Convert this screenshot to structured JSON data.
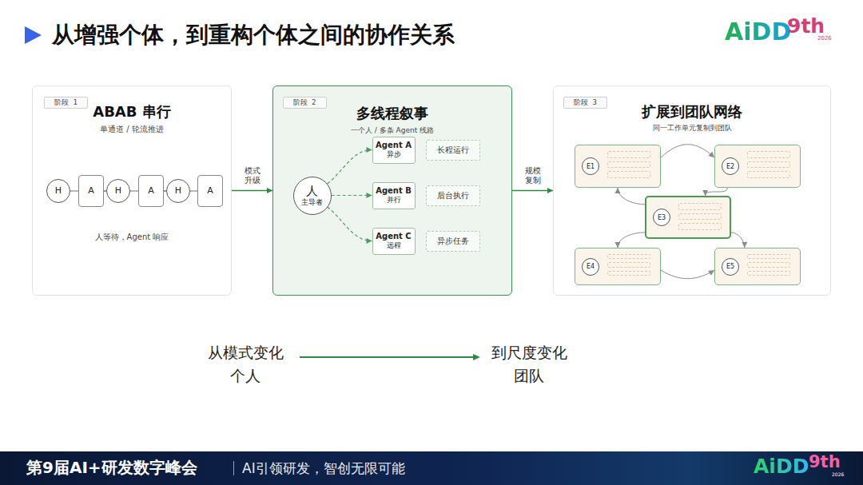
{
  "diagram": {
    "title": "从增强个体，到重构个体之间的协作关系",
    "nodes": [
      {
        "text": [
          "ABAB 串行",
          "单通道 / 轮流推进",
          "人等待，Agent 响应"
        ]
      },
      {
        "text": [
          "阶段 1"
        ],
        "in": 0
      },
      {
        "text": [
          "H"
        ],
        "in": 0
      },
      {
        "text": [
          "A"
        ],
        "in": 0
      },
      {
        "text": [
          "H"
        ],
        "in": 0
      },
      {
        "text": [
          "A"
        ],
        "in": 0
      },
      {
        "text": [
          "H"
        ],
        "in": 0
      },
      {
        "text": [
          "A"
        ],
        "in": 0
      },
      {
        "text": [
          "多线程叙事",
          "一个人 / 多条 Agent 线路"
        ]
      },
      {
        "text": [
          "阶段 2"
        ],
        "in": 8
      },
      {
        "text": [
          "人",
          "主导者"
        ],
        "in": 8
      },
      {
        "text": [
          "Agent A",
          "异步"
        ],
        "in": 8
      },
      {
        "text": [
          "长程运行"
        ],
        "in": 8
      },
      {
        "text": [
          "Agent B",
          "并行"
        ],
        "in": 8
      },
      {
        "text": [
          "后台执行"
        ],
        "in": 8
      },
      {
        "text": [
          "Agent C",
          "远程"
        ],
        "in": 8
      },
      {
        "text": [
          "异步任务"
        ],
        "in": 8
      },
      {
        "text": [
          "扩展到团队网络",
          "同一工作单元复制到团队"
        ]
      },
      {
        "text": [
          "阶段 3"
        ],
        "in": 17
      },
      {
        "text": [
          "E1"
        ],
        "in": 17
      },
      {
        "text": [
          "E2"
        ],
        "in": 17
      },
      {
        "text": [
          "E3"
        ],
        "in": 17
      },
      {
        "text": [
          "E4"
        ],
        "in": 17
      },
      {
        "text": [
          "E5"
        ],
        "in": 17
      }
    ],
    "edges": [
      {
        "from": 2,
        "to": 3,
        "arrow": "none"
      },
      {
        "from": 3,
        "to": 4,
        "arrow": "none"
      },
      {
        "from": 4,
        "to": 5,
        "arrow": "none"
      },
      {
        "from": 5,
        "to": 6,
        "arrow": "none"
      },
      {
        "from": 6,
        "to": 7,
        "arrow": "none"
      },
      {
        "from": 0,
        "to": 8,
        "label": "模式 升级",
        "arrow": "to"
      },
      {
        "from": 8,
        "to": 17,
        "label": "规模 复制",
        "arrow": "to"
      },
      {
        "from": 10,
        "to": 11,
        "arrow": "to"
      },
      {
        "from": 10,
        "to": 13,
        "arrow": "to"
      },
      {
        "from": 10,
        "to": 15,
        "arrow": "to"
      },
      {
        "from": 19,
        "to": 20,
        "arrow": "to"
      },
      {
        "from": 20,
        "to": 21,
        "arrow": "to"
      },
      {
        "from": 21,
        "to": 19,
        "arrow": "to"
      },
      {
        "from": 21,
        "to": 22,
        "arrow": "to"
      },
      {
        "from": 21,
        "to": 23,
        "arrow": "to"
      },
      {
        "from": 22,
        "to": 23,
        "arrow": "to"
      }
    ],
    "labels": [
      "从模式变化",
      "个人",
      "到尺度变化",
      "团队",
      "第9届AI+研发数字峰会",
      "AI引领研发，智创无限可能",
      "AiDD",
      "9th",
      "2026",
      "AiDD",
      "9th",
      "2026"
    ]
  }
}
